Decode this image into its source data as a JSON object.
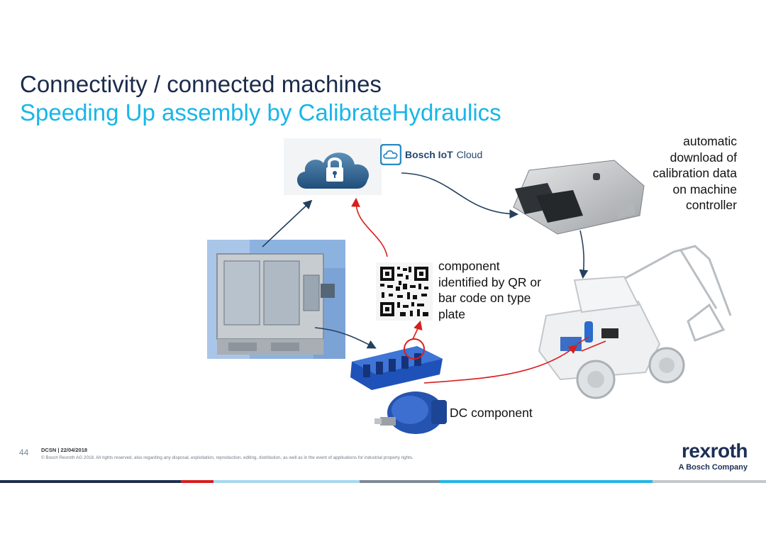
{
  "slide": {
    "title": "Connectivity / connected machines",
    "subtitle": "Speeding Up assembly by CalibrateHydraulics"
  },
  "iot": {
    "brand": "Bosch IoT",
    "product": "Cloud"
  },
  "captions": {
    "download": [
      "automatic",
      "download of",
      "calibration data",
      "on machine",
      "controller"
    ],
    "qr": [
      "component",
      "identified by QR or",
      "bar code on type",
      "plate"
    ],
    "dc": "DC component"
  },
  "icons": {
    "cloud": "cloud-lock-icon",
    "iot_logo": "iot-cloud-logo-icon",
    "qr": "qr-code-icon",
    "ecu": "machine-controller-icon",
    "test_bench": "test-bench-photo",
    "valve": "control-valve-photo",
    "pump": "pump-photo",
    "excavator": "excavator-photo"
  },
  "footer": {
    "page_number": "44",
    "code": "DCSN | 22/04/2018",
    "copyright": "© Bosch Rexroth AG 2018. All rights reserved, also regarding any disposal, exploitation, reproduction, editing, distribution, as well as in the event of applications for industrial property rights.",
    "brand": "rexroth",
    "brand_tagline": "A Bosch Company"
  },
  "colors": {
    "title": "#1a2b4c",
    "subtitle": "#18b6e8",
    "arrow_dark": "#24405e",
    "arrow_red": "#d81e1e",
    "brand": "#1c2f56"
  },
  "stripe_colors": [
    "#1d2e4e",
    "#d81e1e",
    "#a7d8ee",
    "#7d8a97",
    "#23b7e6",
    "#c4c8cc"
  ]
}
